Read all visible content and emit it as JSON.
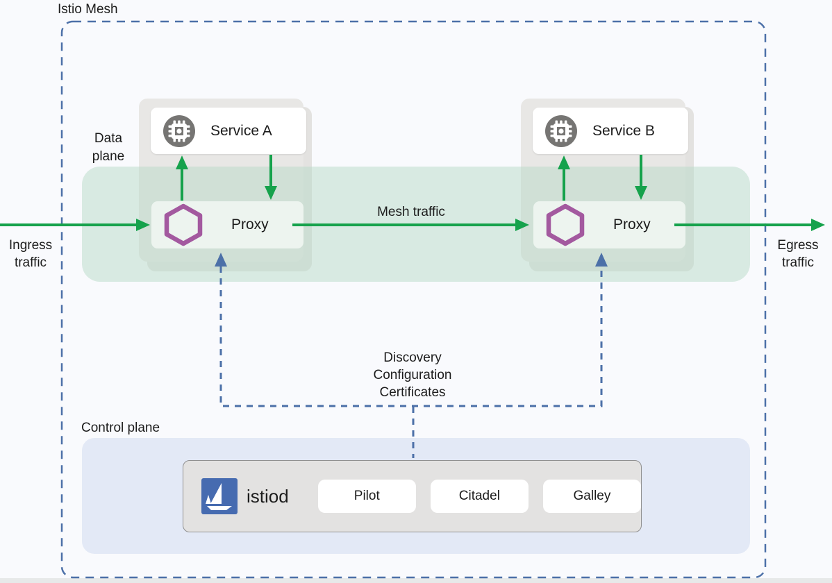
{
  "title": "Istio Mesh",
  "labels": {
    "data_plane_line1": "Data",
    "data_plane_line2": "plane",
    "control_plane": "Control plane",
    "mesh_traffic": "Mesh traffic",
    "ingress_line1": "Ingress",
    "ingress_line2": "traffic",
    "egress_line1": "Egress",
    "egress_line2": "traffic"
  },
  "connector": {
    "line1": "Discovery",
    "line2": "Configuration",
    "line3": "Certificates"
  },
  "services": [
    {
      "name": "Service A",
      "proxy_label": "Proxy",
      "icon": "microchip-icon",
      "proxy_icon": "hexagon-icon"
    },
    {
      "name": "Service B",
      "proxy_label": "Proxy",
      "icon": "microchip-icon",
      "proxy_icon": "hexagon-icon"
    }
  ],
  "control_plane": {
    "istiod_label": "istiod",
    "istiod_logo_icon": "istio-sailboat-logo-icon",
    "components": [
      "Pilot",
      "Citadel",
      "Galley"
    ]
  },
  "colors": {
    "traffic_green": "#16a24c",
    "control_dash_blue": "#4c70a8",
    "proxy_purple": "#a3599f",
    "istio_brand_blue": "#466bb0",
    "data_plane_band_green": "#e0ede6",
    "control_plane_panel_blue": "#e3e9f6",
    "service_icon_gray": "#767573"
  }
}
